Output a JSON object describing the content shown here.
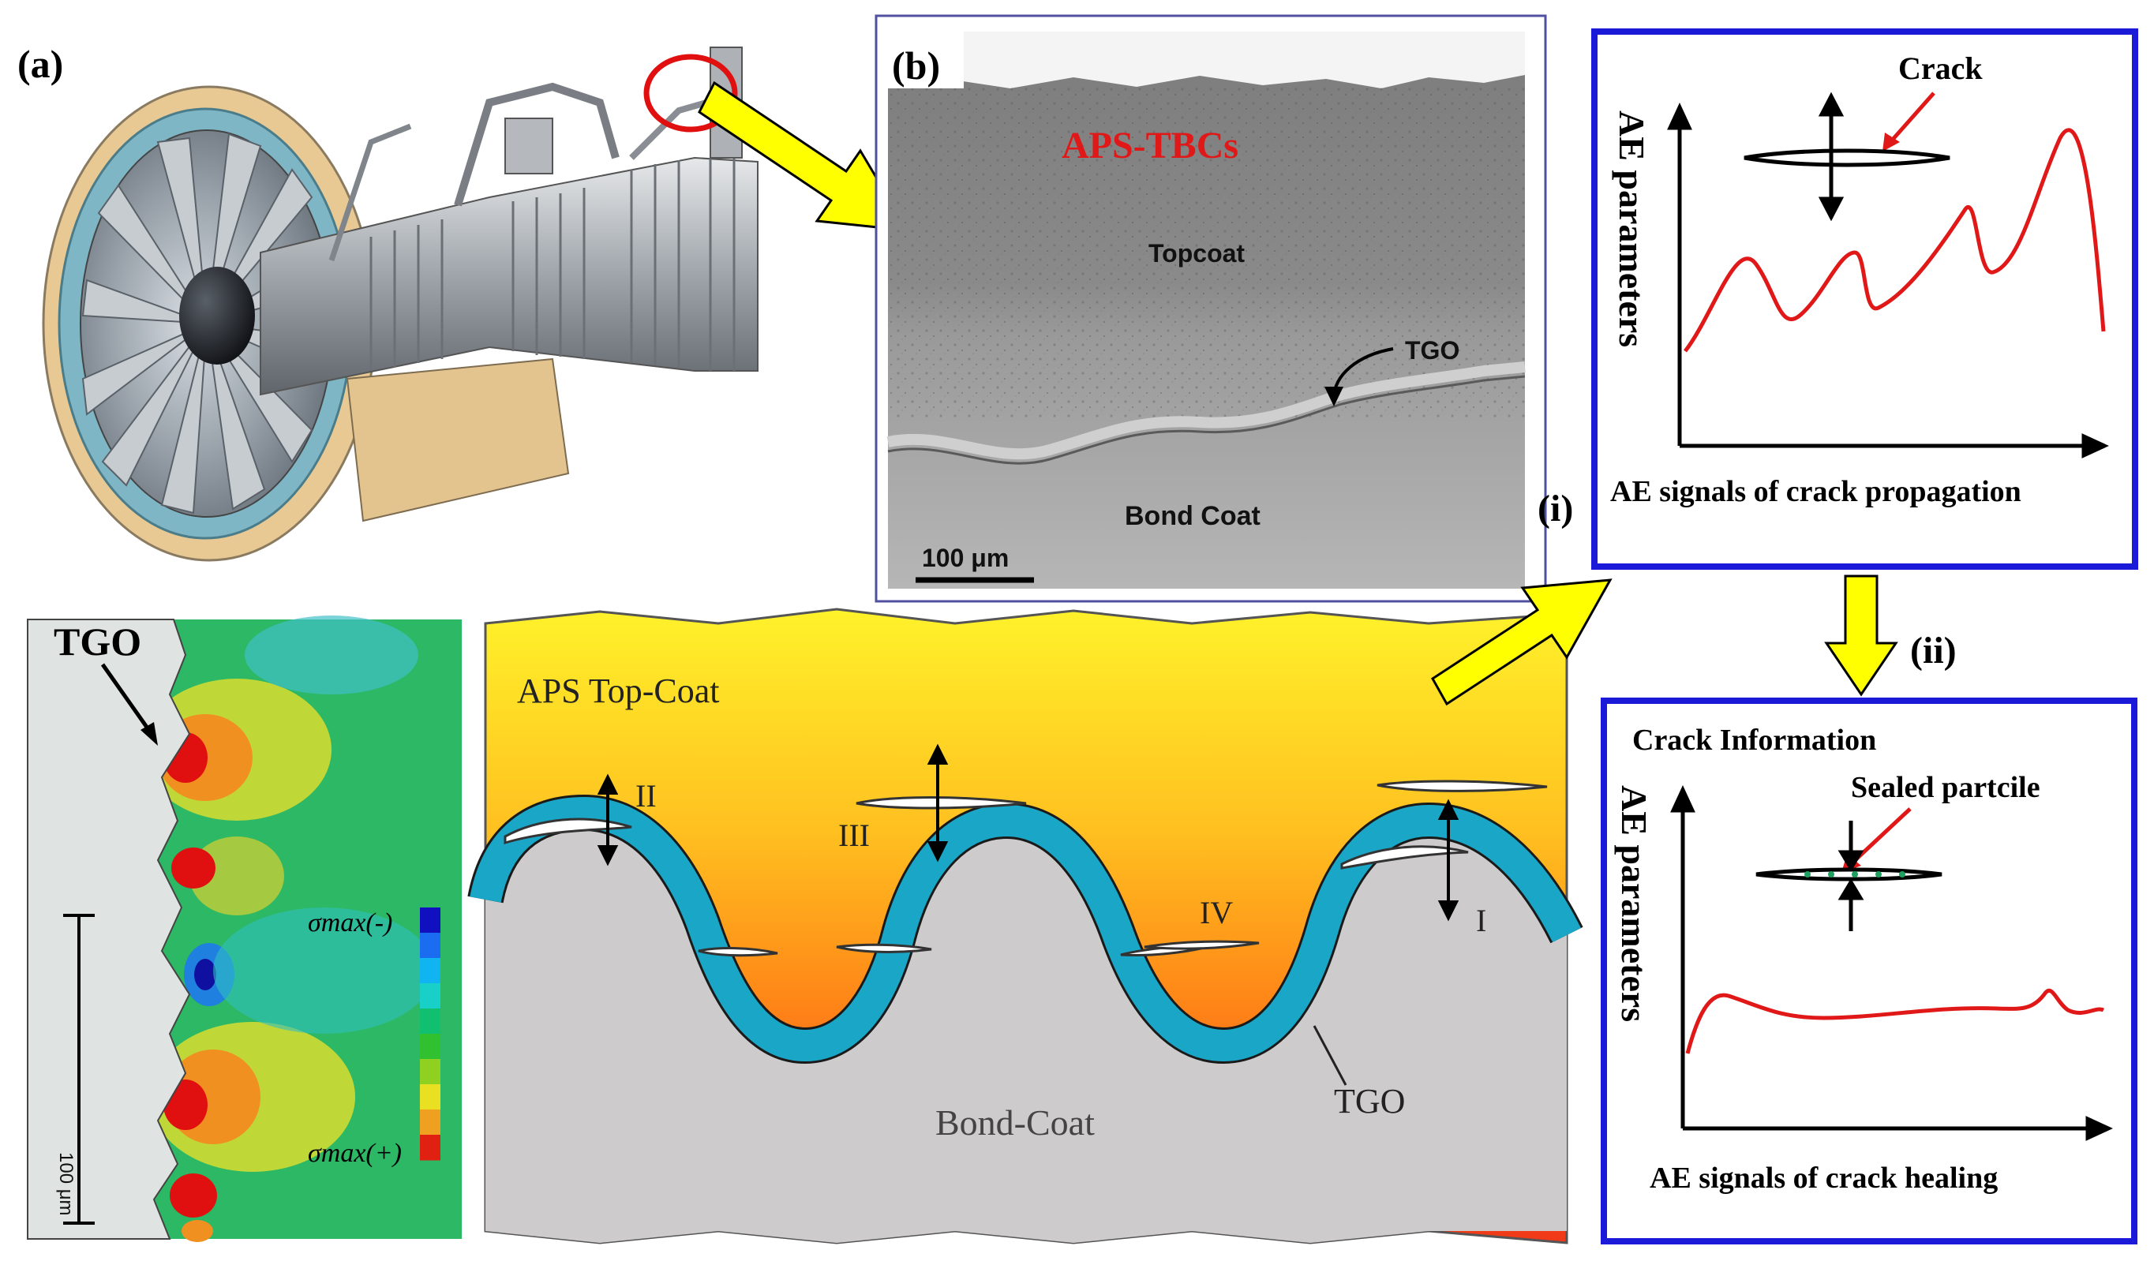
{
  "panel_a": {
    "label": "(a)"
  },
  "panel_b": {
    "label": "(b)",
    "title": "APS-TBCs",
    "topcoat": "Topcoat",
    "tgo": "TGO",
    "bond_coat": "Bond Coat",
    "scale": "100 μm"
  },
  "stress_map": {
    "tgo": "TGO",
    "scale": "100 μm",
    "legend_min": "σmax(-)",
    "legend_max": "σmax(+)",
    "legend_colors": [
      "#1010c0",
      "#1a6cf0",
      "#10b4f0",
      "#18d0c8",
      "#10c070",
      "#30c030",
      "#90d020",
      "#e8e020",
      "#f0a020",
      "#e02010"
    ]
  },
  "schematic": {
    "topcoat": "APS Top-Coat",
    "bondcoat": "Bond-Coat",
    "tgo": "TGO",
    "cracks": [
      "I",
      "II",
      "III",
      "IV"
    ]
  },
  "flow": {
    "step_i": "(i)",
    "step_ii": "(ii)"
  },
  "box_propagation": {
    "crack_label": "Crack",
    "ylabel": "AE parameters",
    "caption": "AE signals of crack propagation"
  },
  "box_healing": {
    "title": "Crack Information",
    "particle_label": "Sealed partcile",
    "ylabel": "AE parameters",
    "caption": "AE signals of crack healing"
  },
  "colors": {
    "box_border": "#1a1ad8",
    "arrow_fill": "#ffff00",
    "signal": "#e01818",
    "tgo": "#1aa6c6"
  }
}
